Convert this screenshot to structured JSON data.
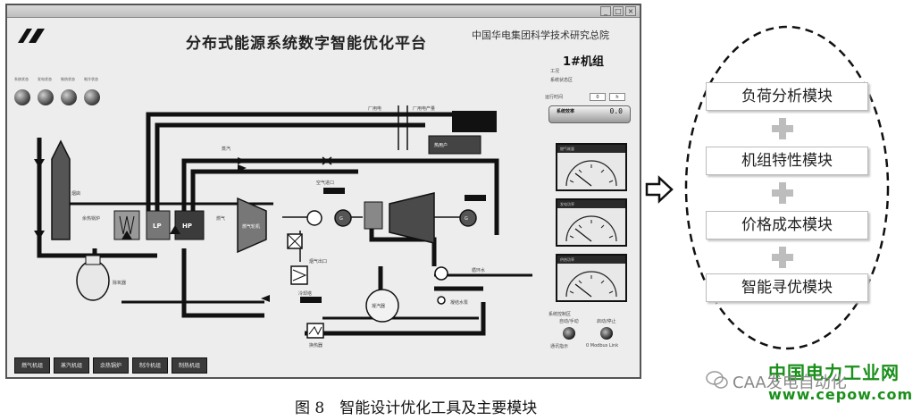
{
  "app": {
    "window_buttons": [
      "_",
      "□",
      "×"
    ],
    "platform_title": "分布式能源系统数字智能优化平台",
    "org_name": "中国华电集团科学技术研究总院",
    "status_lamps": [
      {
        "label": "系统状态"
      },
      {
        "label": "发电状态"
      },
      {
        "label": "制热状态"
      },
      {
        "label": "制冷状态"
      }
    ],
    "diagram": {
      "hrsg_lp": "LP",
      "hrsg_hp": "HP",
      "labels": {
        "chimney": "烟囱",
        "steam_turbine": "燃气轮机",
        "ext_grid": "厂用电",
        "grid_out": "厂用电产量",
        "deaerator": "除氧器",
        "cooling_tower": "冷却塔",
        "boiler": "余热锅炉",
        "heat_exchanger": "换热器",
        "air": "空气进口",
        "flue_gas": "烟气出口",
        "condenser": "凝汽器",
        "pump": "凝结水泵",
        "heat_user": "热用户",
        "cold_water": "循环水",
        "steam": "蒸汽",
        "gas": "燃气"
      }
    },
    "side_panel": {
      "unit_title": "1#机组",
      "line_1": "工况",
      "line_2": "系统状态区",
      "runtime_label": "运行时间",
      "runtime_values": [
        "0",
        "h"
      ],
      "efficiency_label": "系统效率",
      "efficiency_value": "0.0",
      "gauges": [
        {
          "title": "燃气耗量"
        },
        {
          "title": "发电功率"
        },
        {
          "title": "供热功率"
        }
      ],
      "control_label": "系统控制区",
      "knobs": [
        {
          "label": "自动/手动"
        },
        {
          "label": "启动/停止"
        }
      ],
      "footer_left": "通讯指示",
      "footer_right": "0 Modbus Link"
    },
    "bottom_buttons": [
      "燃气机组",
      "蒸汽机组",
      "余热锅炉",
      "制冷机组",
      "制热机组"
    ]
  },
  "modules": [
    {
      "label": "负荷分析模块"
    },
    {
      "label": "机组特性模块"
    },
    {
      "label": "价格成本模块"
    },
    {
      "label": "智能寻优模块"
    }
  ],
  "caption": "图 8　智能设计优化工具及主要模块",
  "watermark": {
    "site_name": "中国电力工业网",
    "url": "www.cepow.com",
    "account": "CAA发电自动化"
  }
}
